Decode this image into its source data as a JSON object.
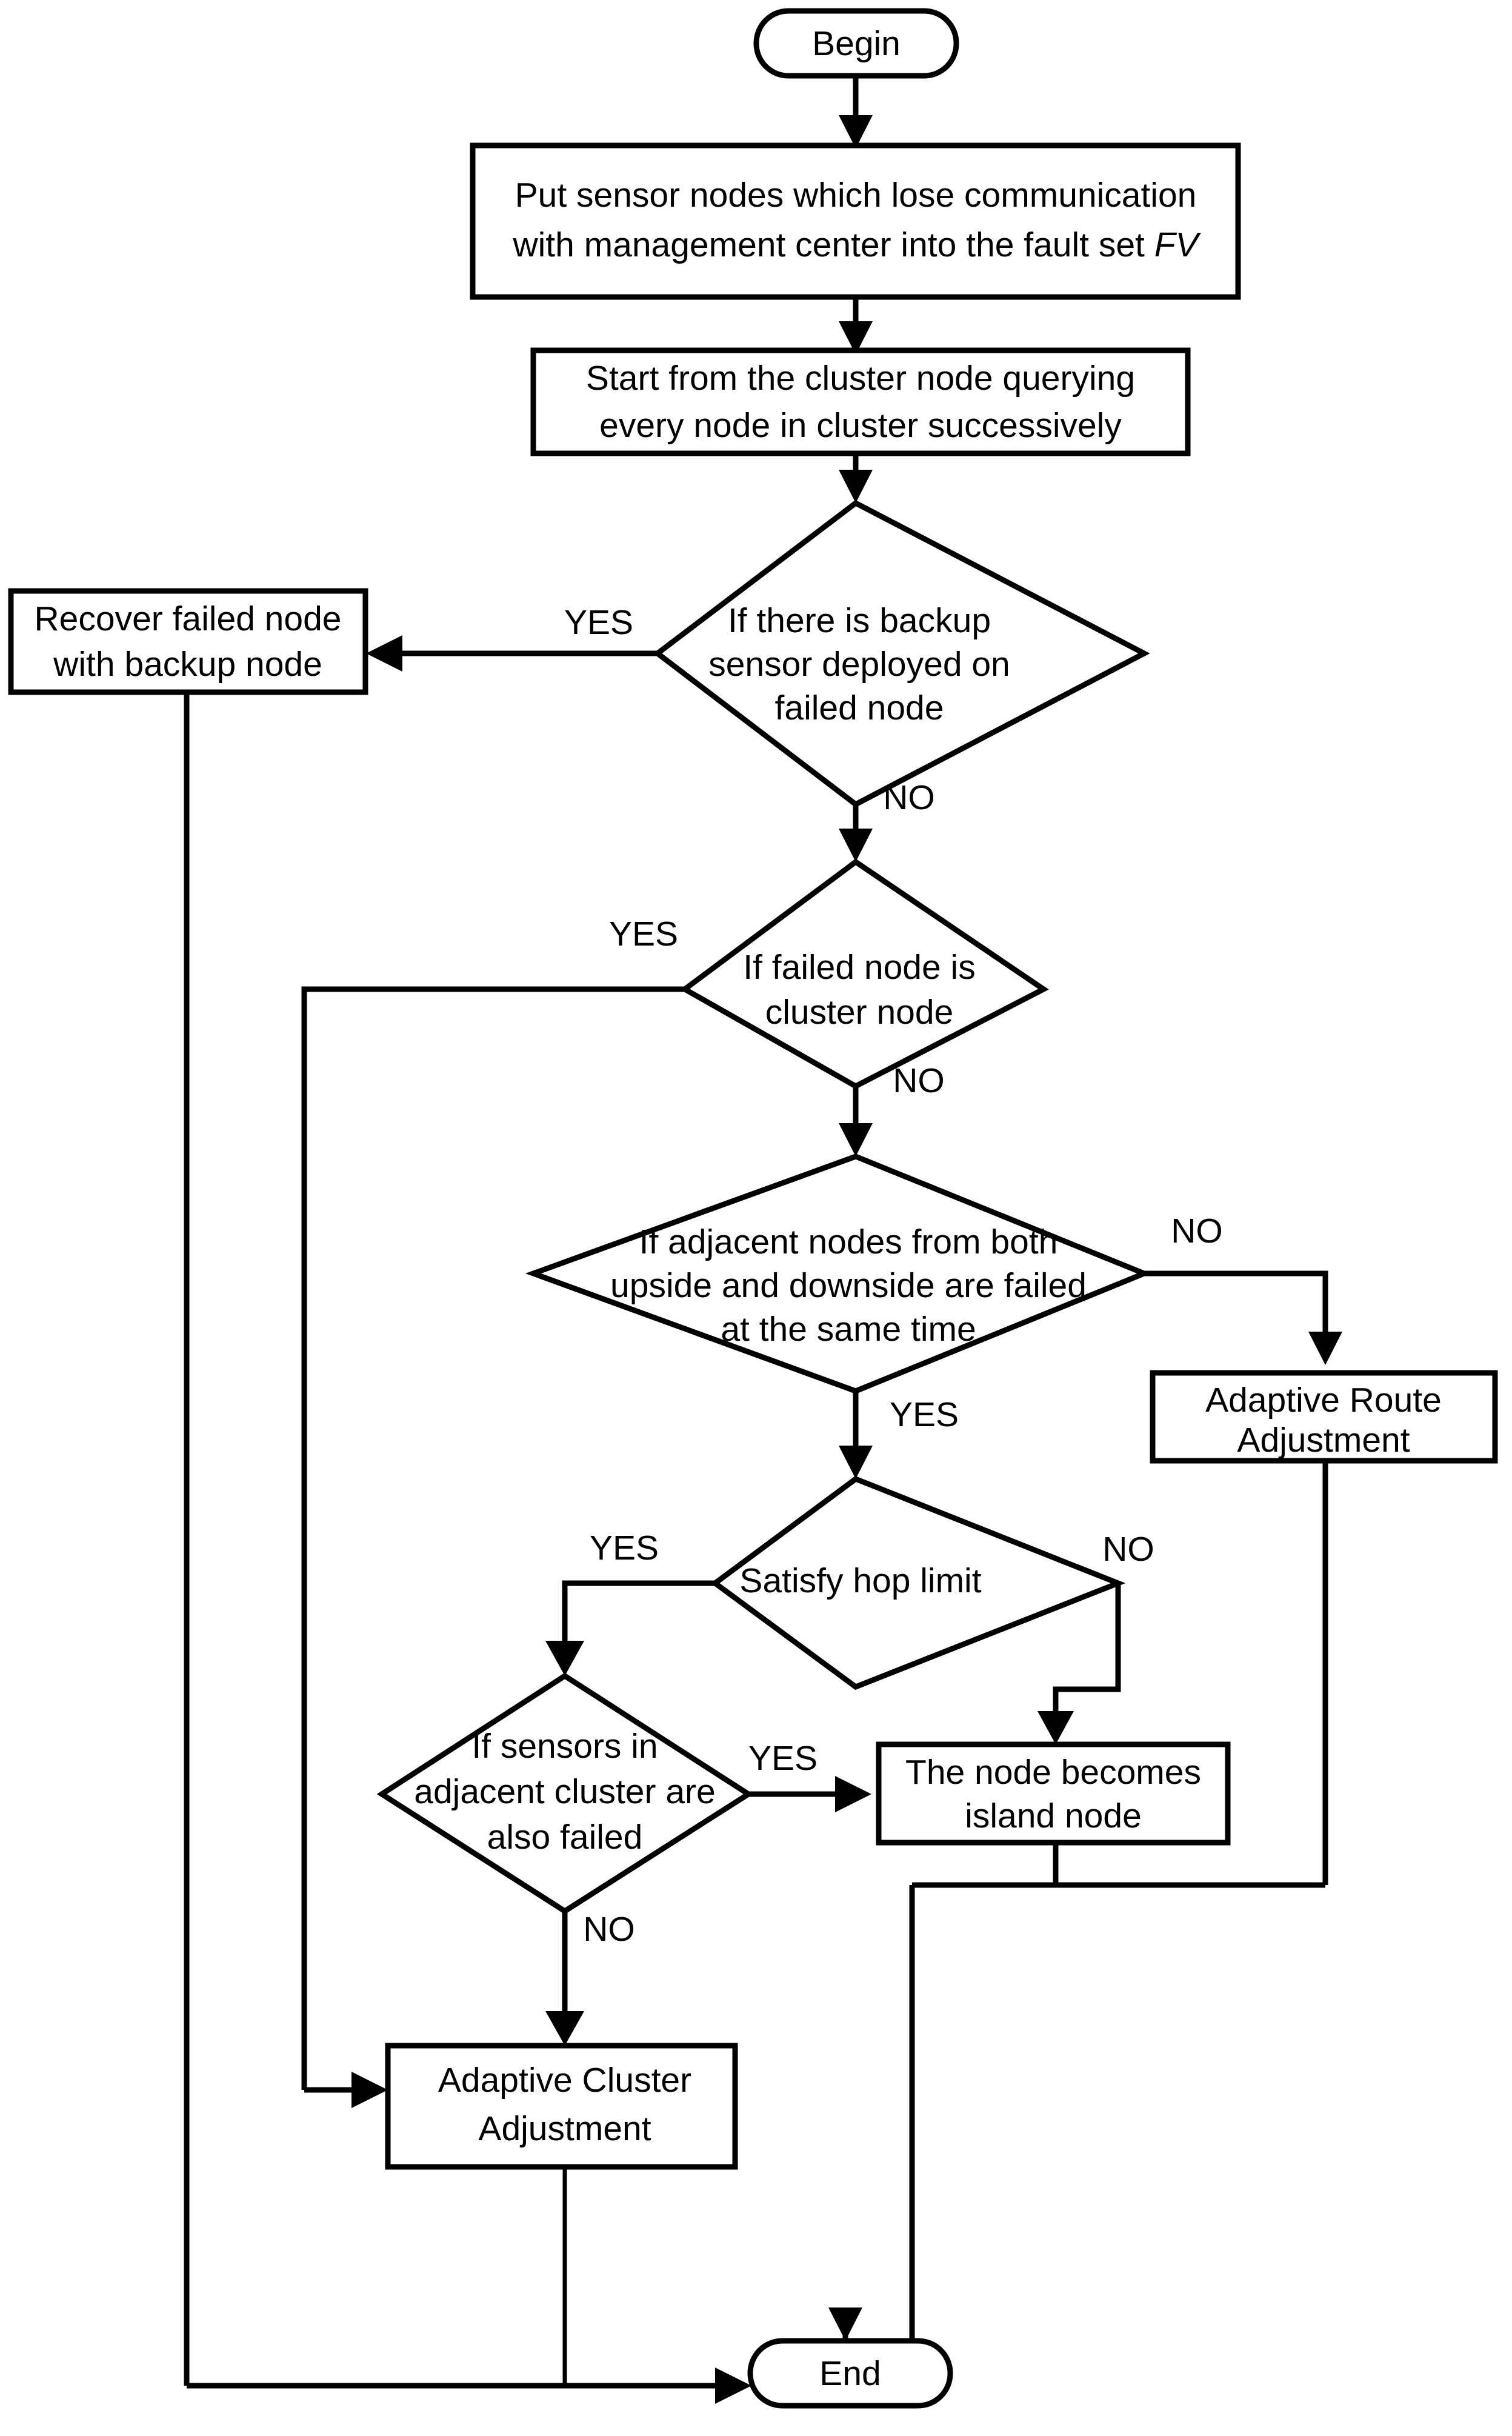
{
  "diagram": {
    "title": "Sensor network fault recovery flowchart",
    "stroke_color": "#000000",
    "fill_color": "#ffffff",
    "background": "#ffffff"
  },
  "nodes": {
    "begin": {
      "label": "Begin",
      "shape": "terminator"
    },
    "fault_set": {
      "line1": "Put sensor nodes which lose communication",
      "line2_a": "with management center  into the fault set ",
      "line2_var": "FV",
      "shape": "process"
    },
    "start_query": {
      "line1": "Start from the cluster node querying",
      "line2": "every node in cluster successively",
      "shape": "process"
    },
    "backup_decision": {
      "line1": "If there is backup",
      "line2": "sensor deployed on",
      "line3": "failed node",
      "shape": "decision"
    },
    "recover_backup": {
      "line1": "Recover failed node",
      "line2": "with backup node",
      "shape": "process"
    },
    "cluster_decision": {
      "line1": "If failed node is",
      "line2": "cluster node",
      "shape": "decision"
    },
    "adjacent_decision": {
      "line1": "If adjacent nodes from both",
      "line2": "upside and downside are failed",
      "line3": "at the same time",
      "shape": "decision"
    },
    "route_adjust": {
      "line1": "Adaptive Route",
      "line2": "Adjustment",
      "shape": "process"
    },
    "hop_decision": {
      "line1": "Satisfy hop limit",
      "shape": "decision"
    },
    "sensors_decision": {
      "line1": "If sensors in",
      "line2": "adjacent cluster are",
      "line3": "also failed",
      "shape": "decision"
    },
    "island_node": {
      "line1": "The node becomes",
      "line2": "island node",
      "shape": "process"
    },
    "cluster_adjust": {
      "line1": "Adaptive Cluster",
      "line2": "Adjustment",
      "shape": "process"
    },
    "end": {
      "label": "End",
      "shape": "terminator"
    }
  },
  "edge_labels": {
    "backup_yes": "YES",
    "backup_no": "NO",
    "cluster_yes": "YES",
    "cluster_no": "NO",
    "adjacent_no": "NO",
    "adjacent_yes": "YES",
    "hop_yes": "YES",
    "hop_no": "NO",
    "sensors_yes": "YES",
    "sensors_no": "NO"
  }
}
